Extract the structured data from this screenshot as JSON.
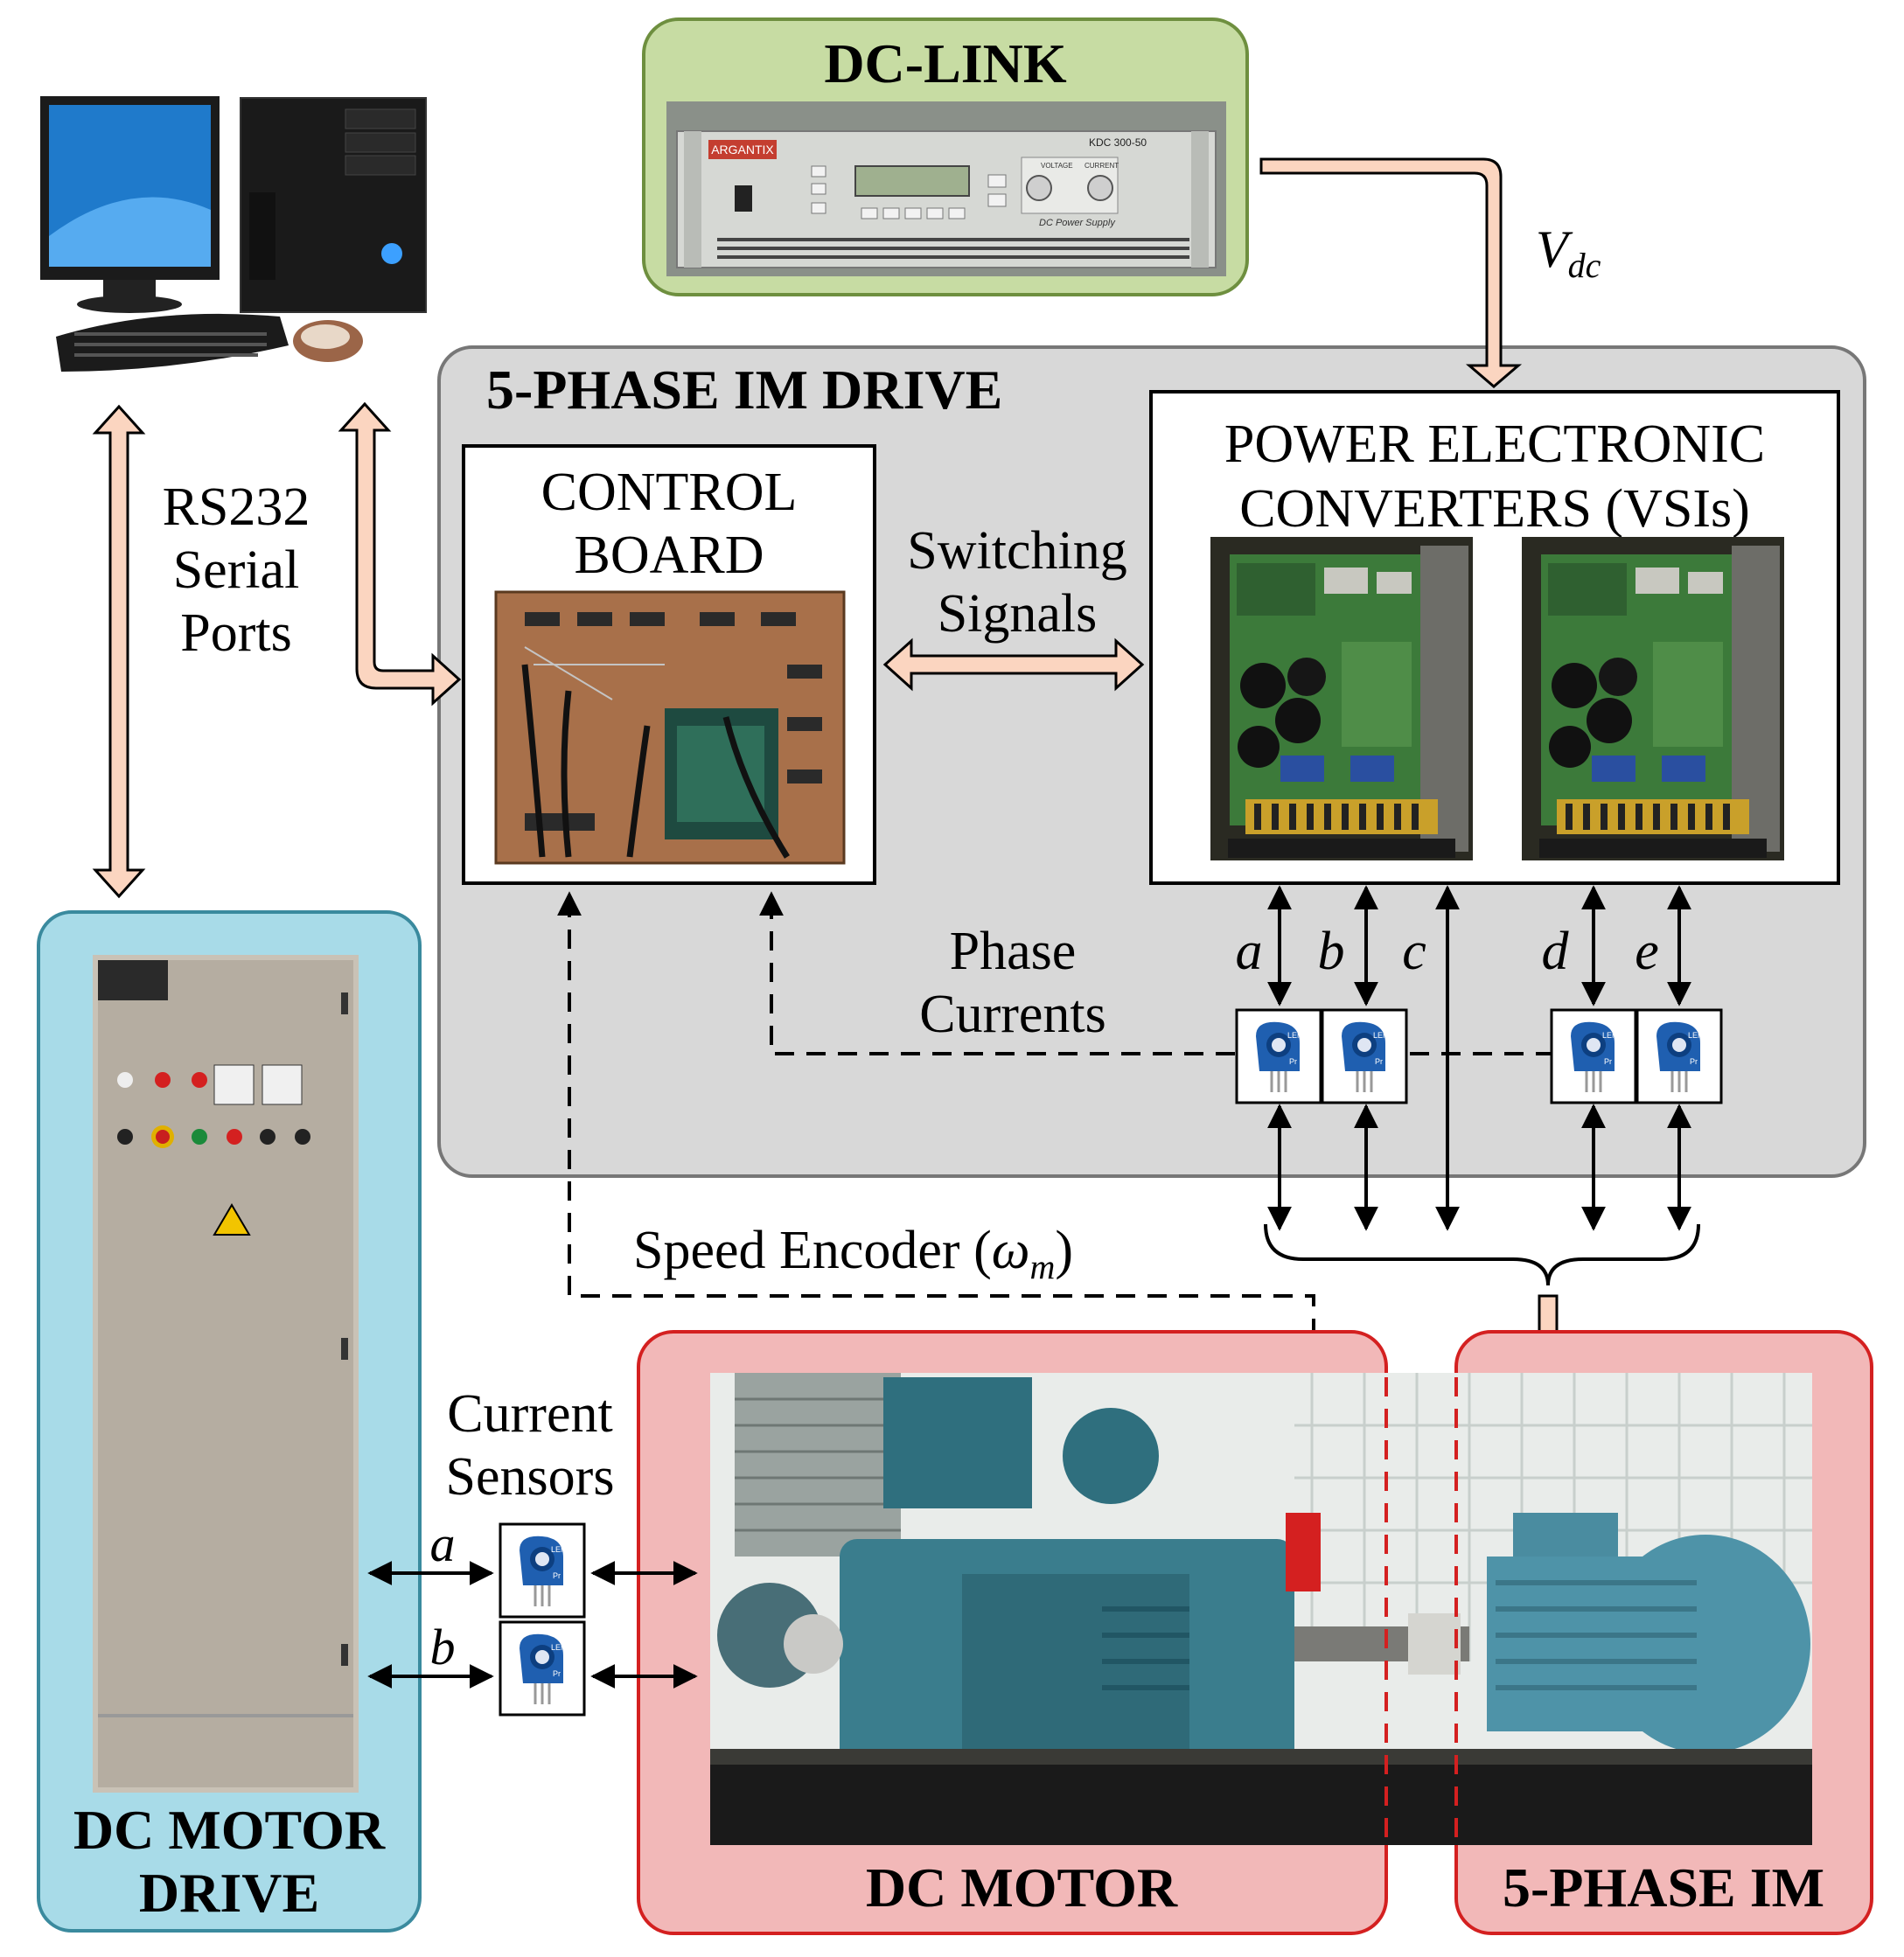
{
  "dc_link": {
    "title": "DC-LINK",
    "psu_brand": "ARGANTIX",
    "psu_model": "KDC 300-50",
    "psu_caption": "DC Power Supply",
    "psu_knob_left": "VOLTAGE",
    "psu_knob_right": "CURRENT"
  },
  "vdc": {
    "main": "V",
    "sub": "dc"
  },
  "drive": {
    "title": "5-PHASE IM DRIVE"
  },
  "control_board": {
    "line1": "CONTROL",
    "line2": "BOARD"
  },
  "power_converters": {
    "line1": "POWER ELECTRONIC",
    "line2": "CONVERTERS (VSIs)"
  },
  "switching": {
    "line1": "Switching",
    "line2": "Signals"
  },
  "serial": {
    "line1": "RS232",
    "line2": "Serial",
    "line3": "Ports"
  },
  "phase_currents": {
    "line1": "Phase",
    "line2": "Currents"
  },
  "phases": {
    "a": "a",
    "b": "b",
    "c": "c",
    "d": "d",
    "e": "e"
  },
  "speed_encoder": {
    "text": "Speed Encoder (",
    "omega": "ω",
    "sub": "m",
    "close": ")"
  },
  "current_sensors": {
    "line1": "Current",
    "line2": "Sensors",
    "a": "a",
    "b": "b"
  },
  "dc_motor_drive": {
    "line1": "DC MOTOR",
    "line2": "DRIVE"
  },
  "dc_motor": {
    "label": "DC MOTOR"
  },
  "im": {
    "label": "5-PHASE IM"
  },
  "colors": {
    "arrow_fill": "#fbd5c0",
    "drive_bg": "#d8d8d8",
    "dclink_bg": "#c7dca3",
    "dclink_border": "#6e8f3f",
    "dcdrive_bg": "#a8dbe8",
    "dcdrive_border": "#3a8a9e",
    "motor_bg": "#f2b8b8",
    "motor_border": "#d42020"
  },
  "icons": [
    "desktop-computer-icon",
    "current-sensor-icon"
  ]
}
